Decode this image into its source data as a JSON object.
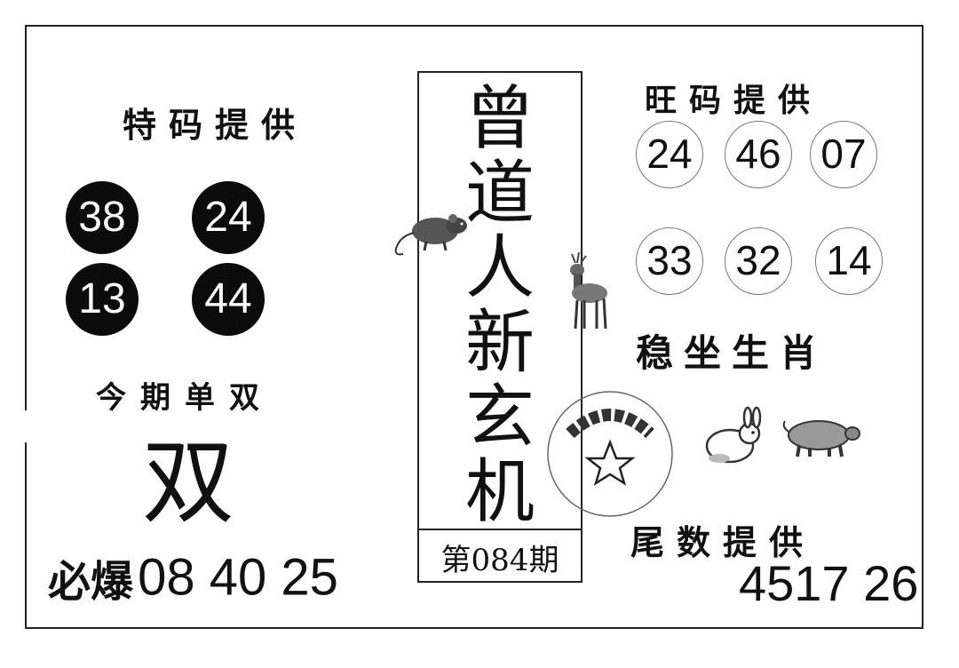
{
  "left": {
    "special_heading": "特码提供",
    "balls": [
      "38",
      "24",
      "13",
      "44"
    ],
    "oddeven_heading": "今期单双",
    "oddeven_value": "双",
    "must_label": "必爆",
    "must_numbers": "08 40 25"
  },
  "center": {
    "title_chars": [
      "曾",
      "道",
      "人",
      "新",
      "玄",
      "机"
    ],
    "issue": "第084期"
  },
  "right": {
    "hot_heading": "旺码提供",
    "hot_numbers": [
      "24",
      "46",
      "07",
      "33",
      "32",
      "14"
    ],
    "zodiac_heading": "稳坐生肖",
    "tail_heading": "尾数提供",
    "tail_numbers": "4517 26"
  },
  "icons": [
    "rat-icon",
    "deer-icon",
    "rabbit-icon",
    "pig-icon",
    "star-seal-icon"
  ]
}
